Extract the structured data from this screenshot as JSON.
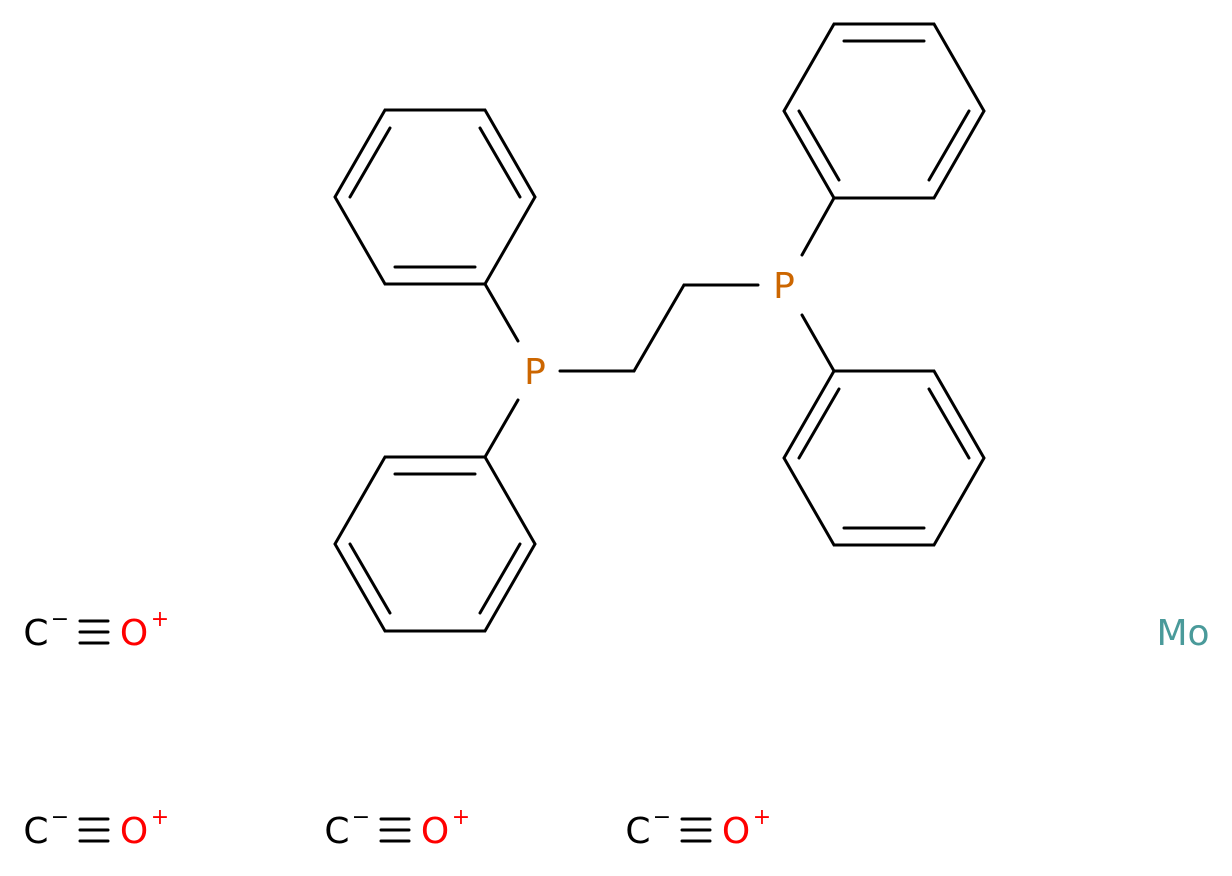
{
  "molecule": {
    "atom_labels": {
      "phosphorus_left": "P",
      "phosphorus_right": "P",
      "metal": "Mo"
    },
    "carbonyls": [
      {
        "carbon": "C",
        "carbon_charge": "−",
        "oxygen": "O",
        "oxygen_charge": "+"
      },
      {
        "carbon": "C",
        "carbon_charge": "−",
        "oxygen": "O",
        "oxygen_charge": "+"
      },
      {
        "carbon": "C",
        "carbon_charge": "−",
        "oxygen": "O",
        "oxygen_charge": "+"
      },
      {
        "carbon": "C",
        "carbon_charge": "−",
        "oxygen": "O",
        "oxygen_charge": "+"
      }
    ]
  },
  "colors": {
    "bond": "#000000",
    "phosphorus": "#CC6600",
    "oxygen": "#FF0000",
    "carbon": "#000000",
    "molybdenum": "#4A9A9A"
  }
}
